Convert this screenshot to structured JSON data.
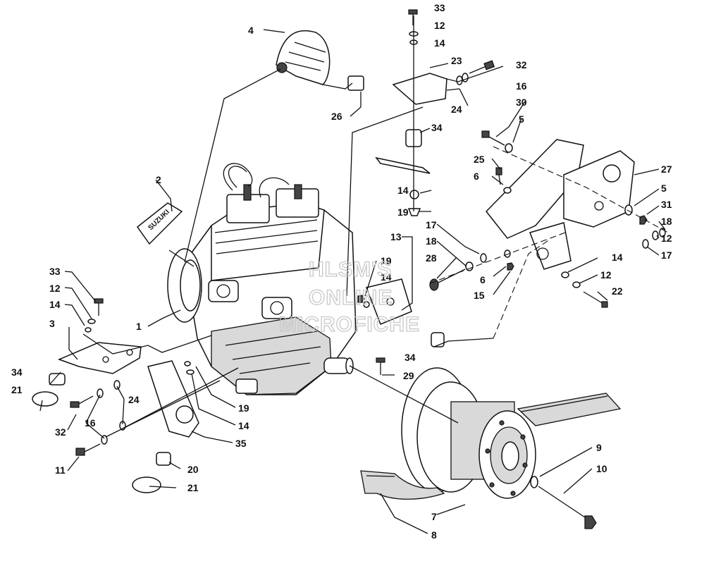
{
  "diagram": {
    "callouts": [
      "1",
      "2",
      "3",
      "4",
      "5",
      "6",
      "7",
      "8",
      "9",
      "10",
      "11",
      "12",
      "13",
      "14",
      "15",
      "16",
      "17",
      "18",
      "19",
      "20",
      "21",
      "22",
      "23",
      "24",
      "25",
      "26",
      "27",
      "28",
      "29",
      "30",
      "31",
      "32",
      "33",
      "34",
      "35"
    ],
    "logo_text": "SUZUKI",
    "watermark": [
      "HLSM'S",
      "ONLINE",
      "MICROFICHE"
    ]
  }
}
